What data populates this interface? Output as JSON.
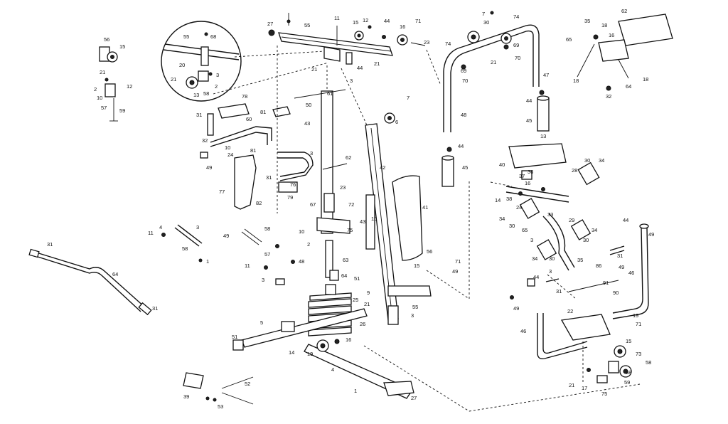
{
  "labels": {
    "l27a": "27",
    "l55": "55",
    "l11a": "11",
    "l15a": "15",
    "l12a": "12",
    "l44a": "44",
    "l16a": "16",
    "l71a": "71",
    "l23a": "23",
    "l21a": "21",
    "l44b": "44",
    "l56a": "56",
    "l15b": "15",
    "l21b": "21",
    "l2a": "2",
    "l10a": "10",
    "l12b": "12",
    "l57": "57",
    "l59a": "59",
    "l55c": "55",
    "l68": "68",
    "l20": "20",
    "l21c": "21",
    "l13a": "13",
    "l58a": "58",
    "l2b": "2",
    "l3a": "3",
    "l78": "78",
    "l31a": "31",
    "l60": "60",
    "l81a": "81",
    "l32a": "32",
    "l10b": "10",
    "l24a": "24",
    "l81b": "81",
    "l49a": "49",
    "l43a": "43",
    "l3b": "3",
    "l61": "61",
    "l77": "77",
    "l31b": "31",
    "l76": "76",
    "l79": "79",
    "l62": "62",
    "l23b": "23",
    "l82": "82",
    "l3c": "3",
    "l50": "50",
    "l7a": "7",
    "l6a": "6",
    "l42": "42",
    "l41": "41",
    "l43b": "43",
    "l10c": "10",
    "l67": "67",
    "l72": "72",
    "l75a": "75",
    "l11b": "11",
    "l4a": "4",
    "l3d": "3",
    "l58b": "58",
    "l1a": "1",
    "l49b": "49",
    "l58c": "58",
    "l57b": "57",
    "l11c": "11",
    "l48a": "48",
    "l3e": "3",
    "l63": "63",
    "l64a": "64",
    "l51a": "51",
    "l10d": "10",
    "l2c": "2",
    "l31c": "31",
    "l64b": "64",
    "l31d": "31",
    "l5": "5",
    "l25": "25",
    "l26": "26",
    "l51b": "51",
    "l14a": "14",
    "l19a": "19",
    "l16b": "16",
    "l4b": "4",
    "l1b": "1",
    "l27b": "27",
    "l21d": "21",
    "l3f": "3",
    "l9": "9",
    "l55b": "55",
    "l56b": "56",
    "l71b": "71",
    "l15c": "15",
    "l49c": "49",
    "l39": "39",
    "l52": "52",
    "l53": "53",
    "l74a": "74",
    "l7b": "7",
    "l74b": "74",
    "l30a": "30",
    "l69a": "69",
    "l70a": "70",
    "l21e": "21",
    "l69b": "69",
    "l70b": "70",
    "l48b": "48",
    "l44c": "44",
    "l45a": "45",
    "l47": "47",
    "l44d": "44",
    "l45b": "45",
    "l65": "65",
    "l35a": "35",
    "l18a": "18",
    "l62b": "62",
    "l16c": "16",
    "l64c": "64",
    "l18b": "18",
    "l32b": "32",
    "l13b": "13",
    "l40": "40",
    "l36": "36",
    "l37": "37",
    "l16d": "16",
    "l28": "28",
    "l30b": "30",
    "l34a": "34",
    "l14b": "14",
    "l38": "38",
    "l24b": "24",
    "l34b": "34",
    "l30c": "30",
    "l65b": "65",
    "l33": "33",
    "l3g": "3",
    "l29": "29",
    "l34c": "34",
    "l30d": "30",
    "l34d": "34",
    "l30e": "30",
    "l44e": "44",
    "l49d": "49",
    "l31e": "31",
    "l46a": "46",
    "l3h": "3",
    "l35b": "35",
    "l86": "86",
    "l49e": "49",
    "l31f": "31",
    "l91": "91",
    "l90": "90",
    "l44f": "44",
    "l49f": "49",
    "l22": "22",
    "l19b": "19",
    "l71c": "71",
    "l46b": "46",
    "l15d": "15",
    "l73": "73",
    "l58d": "58",
    "l58e": "58",
    "l21f": "21",
    "l17": "17",
    "l75b": "75",
    "l59b": "59"
  }
}
